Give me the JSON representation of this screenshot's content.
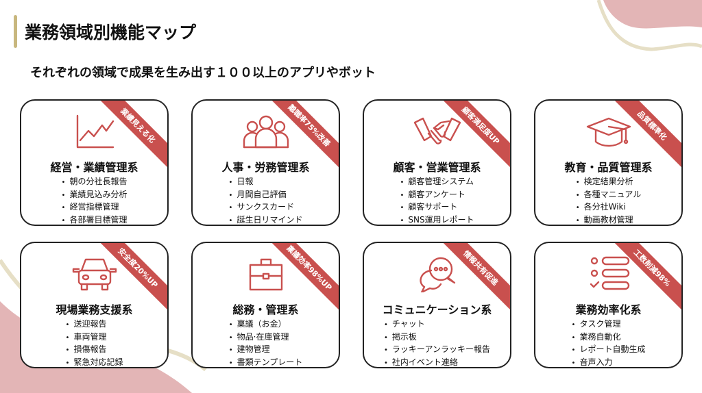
{
  "header": {
    "title": "業務領域別機能マップ",
    "subtitle": "それぞれの領域で成果を生み出す１００以上のアプリやボット"
  },
  "colors": {
    "accent": "#c9504e",
    "gold": "#c8b77e",
    "pink": "#e3b5b6",
    "beige": "#e6dfc6"
  },
  "cards": [
    {
      "title": "経営・業績管理系",
      "ribbon": "業績見える化",
      "icon": "chart-line-icon",
      "items": [
        "朝の分社長報告",
        "業績見込み分析",
        "経営指標管理",
        "各部署目標管理"
      ]
    },
    {
      "title": "人事・労務管理系",
      "ribbon": "離職率75%改善",
      "icon": "people-icon",
      "items": [
        "日報",
        "月間自己評価",
        "サンクスカード",
        "誕生日リマインド"
      ]
    },
    {
      "title": "顧客・営業管理系",
      "ribbon": "顧客満足度UP",
      "icon": "handshake-icon",
      "items": [
        "顧客管理システム",
        "顧客アンケート",
        "顧客サポート",
        "SNS運用レポート"
      ]
    },
    {
      "title": "教育・品質管理系",
      "ribbon": "品質標準化",
      "icon": "graduation-cap-icon",
      "items": [
        "検定結果分析",
        "各種マニュアル",
        "各分社Wiki",
        "動画教材管理"
      ]
    },
    {
      "title": "現場業務支援系",
      "ribbon": "安全度20%UP",
      "icon": "car-icon",
      "items": [
        "送迎報告",
        "車両管理",
        "損傷報告",
        "緊急対応記録"
      ]
    },
    {
      "title": "総務・管理系",
      "ribbon": "稟議効率98%UP",
      "icon": "briefcase-icon",
      "items": [
        "稟議（お金）",
        "物品·在庫管理",
        "建物管理",
        "書類テンプレート"
      ]
    },
    {
      "title": "コミュニケーション系",
      "ribbon": "情報共有促進",
      "icon": "chat-bubbles-icon",
      "items": [
        "チャット",
        "掲示板",
        "ラッキーアンラッキー報告",
        "社内イベント連絡"
      ]
    },
    {
      "title": "業務効率化系",
      "ribbon": "工数削減98%",
      "icon": "checklist-icon",
      "items": [
        "タスク管理",
        "業務自動化",
        "レポート自動生成",
        "音声入力"
      ]
    }
  ]
}
